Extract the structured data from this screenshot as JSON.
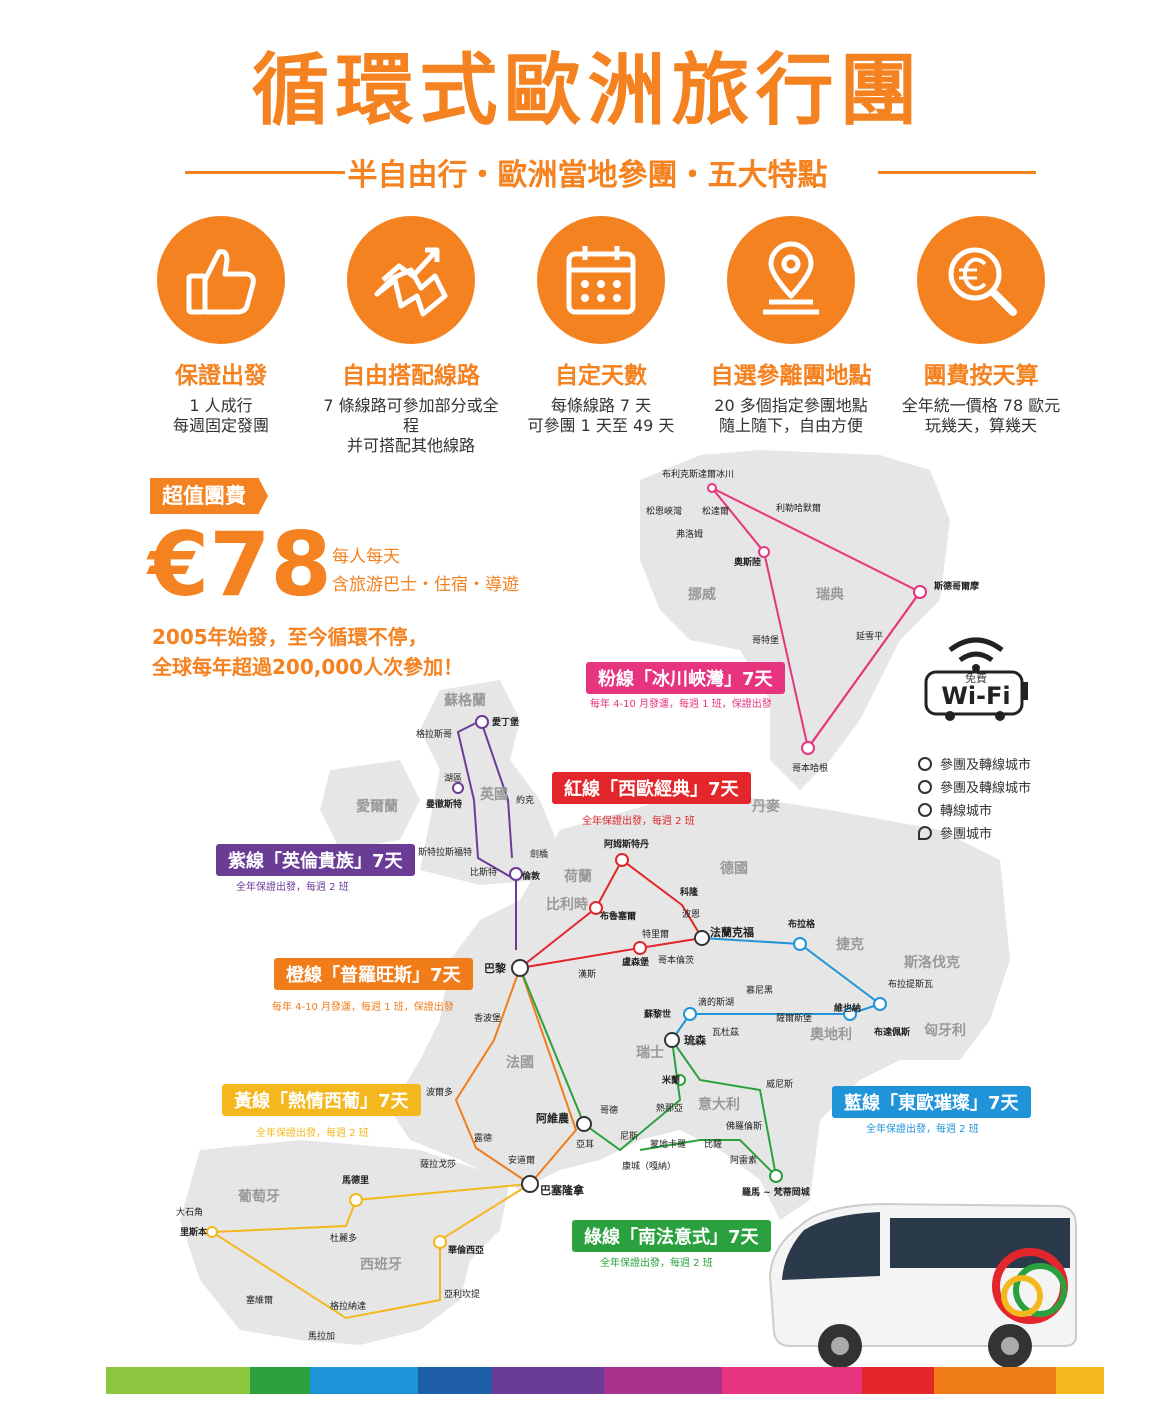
{
  "title": "循環式歐洲旅行團",
  "subtitle": "半自由行・歐洲當地參團・五大特點",
  "features": [
    {
      "icon": "thumbs-up-icon",
      "title": "保證出發",
      "line1": "1 人成行",
      "line2": "每週固定發團"
    },
    {
      "icon": "route-map-icon",
      "title": "自由搭配線路",
      "line1": "7 條線路可參加部分或全程",
      "line2": "并可搭配其他線路"
    },
    {
      "icon": "calendar-icon",
      "title": "自定天數",
      "line1": "每條線路 7 天",
      "line2": "可參團 1 天至 49 天"
    },
    {
      "icon": "location-pin-icon",
      "title": "自選參離團地點",
      "line1": "20 多個指定參團地點",
      "line2": "隨上隨下，自由方便"
    },
    {
      "icon": "euro-search-icon",
      "title": "團費按天算",
      "line1": "全年統一價格 78 歐元",
      "line2": "玩幾天，算幾天"
    }
  ],
  "price": {
    "badge": "超值團費",
    "amount": "€78",
    "note1": "每人每天",
    "note2": "含旅游巴士・住宿・導遊"
  },
  "since": {
    "line1": "2005年始發，至今循環不停，",
    "line2": "全球每年超過200,000人次參加！"
  },
  "routes": {
    "pink": {
      "label": "粉線「冰川峽灣」7天",
      "note": "每年 4-10 月發運，每週 1 班，保證出發",
      "color": "#e6347f"
    },
    "red": {
      "label": "紅線「西歐經典」7天",
      "note": "全年保證出發，每週 2 班",
      "color": "#e3262b"
    },
    "purple": {
      "label": "紫線「英倫貴族」7天",
      "note": "全年保證出發，每週 2 班",
      "color": "#6a3c96"
    },
    "orange": {
      "label": "橙線「普羅旺斯」7天",
      "note": "每年 4-10 月發運，每週 1 班，保證出發",
      "color": "#f07d1a"
    },
    "yellow": {
      "label": "黃線「熱情西葡」7天",
      "note": "全年保證出發，每週 2 班",
      "color": "#f4b81e"
    },
    "green": {
      "label": "綠線「南法意式」7天",
      "note": "全年保證出發，每週 2 班",
      "color": "#2aa13e"
    },
    "blue": {
      "label": "藍線「東歐璀璨」7天",
      "note": "全年保證出發，每週 2 班",
      "color": "#1f94d8"
    }
  },
  "wifi": {
    "free": "免費",
    "label": "Wi-Fi"
  },
  "legend": [
    {
      "label": "參團及轉線城市"
    },
    {
      "label": "參團及轉線城市"
    },
    {
      "label": "轉線城市"
    },
    {
      "label": "參團城市"
    }
  ],
  "countries": {
    "norway": "挪威",
    "sweden": "瑞典",
    "scotland": "蘇格蘭",
    "england": "英國",
    "ireland": "愛爾蘭",
    "denmark": "丹麥",
    "netherlands": "荷蘭",
    "belgium": "比利時",
    "germany": "德國",
    "czech": "捷克",
    "slovakia": "斯洛伐克",
    "france": "法國",
    "switzerland": "瑞士",
    "austria": "奧地利",
    "hungary": "匈牙利",
    "italy": "意大利",
    "portugal": "葡萄牙",
    "spain": "西班牙"
  },
  "cities": {
    "briksdal": "布利克斯達爾冰川",
    "sognefjord": "松恩峽灣",
    "sogndal": "松達爾",
    "flam": "弗洛姆",
    "lillehammer": "利勒哈默爾",
    "oslo": "奧斯陸",
    "stockholm": "斯德哥爾摩",
    "gothenburg": "哥特堡",
    "jonkoping": "延雪平",
    "copenhagen": "哥本哈根",
    "edinburgh": "愛丁堡",
    "glasgow": "格拉斯哥",
    "lakedistrict": "湖區",
    "manchester": "曼徹斯特",
    "york": "約克",
    "stratford": "斯特拉斯福特",
    "cambridge": "劍橋",
    "bicester": "比斯特",
    "london": "倫敦",
    "amsterdam": "阿姆斯特丹",
    "cologne": "科隆",
    "brussels": "布魯塞爾",
    "bonn": "波恩",
    "trier": "特里爾",
    "frankfurt": "法蘭克福",
    "prague": "布拉格",
    "paris": "巴黎",
    "luxembourg": "盧森堡",
    "koblenz": "哥本倫茨",
    "reims": "漢斯",
    "munich": "慕尼黑",
    "bratislava": "布拉提斯瓦",
    "vienna": "維也納",
    "budapest": "布達佩斯",
    "salzburg": "薩爾斯堡",
    "titisee": "滴的斯湖",
    "zurich": "蘇黎世",
    "vaduz": "瓦杜茲",
    "lucerne": "琉森",
    "chambord": "香波堡",
    "milan": "米蘭",
    "venice": "威尼斯",
    "bordeaux": "波爾多",
    "genoa": "熱那亞",
    "avignon": "阿維農",
    "gordes": "哥德",
    "florence": "佛羅倫斯",
    "nice": "尼斯",
    "monaco": "蒙地卡羅",
    "pisa": "比薩",
    "lourdes": "露德",
    "arles": "亞耳",
    "arezzo": "阿雷素",
    "andorra": "安道爾",
    "cannes": "康城（嘎納）",
    "zaragoza": "薩拉戈莎",
    "rome": "羅馬 ~ 梵蒂岡城",
    "barcelona": "巴塞隆拿",
    "madrid": "馬德里",
    "roca": "大石角",
    "lisbon": "里斯本",
    "toledo": "杜麗多",
    "valencia": "華倫西亞",
    "seville": "塞維爾",
    "granada": "格拉納達",
    "alicante": "亞利坎提",
    "malaga": "馬拉加"
  },
  "colorbar": [
    "#8dc63f",
    "#2aa13e",
    "#1f94d8",
    "#1f5fa8",
    "#6a3c96",
    "#a8318e",
    "#e6347f",
    "#e3262b",
    "#f07d1a",
    "#f4b81e"
  ]
}
